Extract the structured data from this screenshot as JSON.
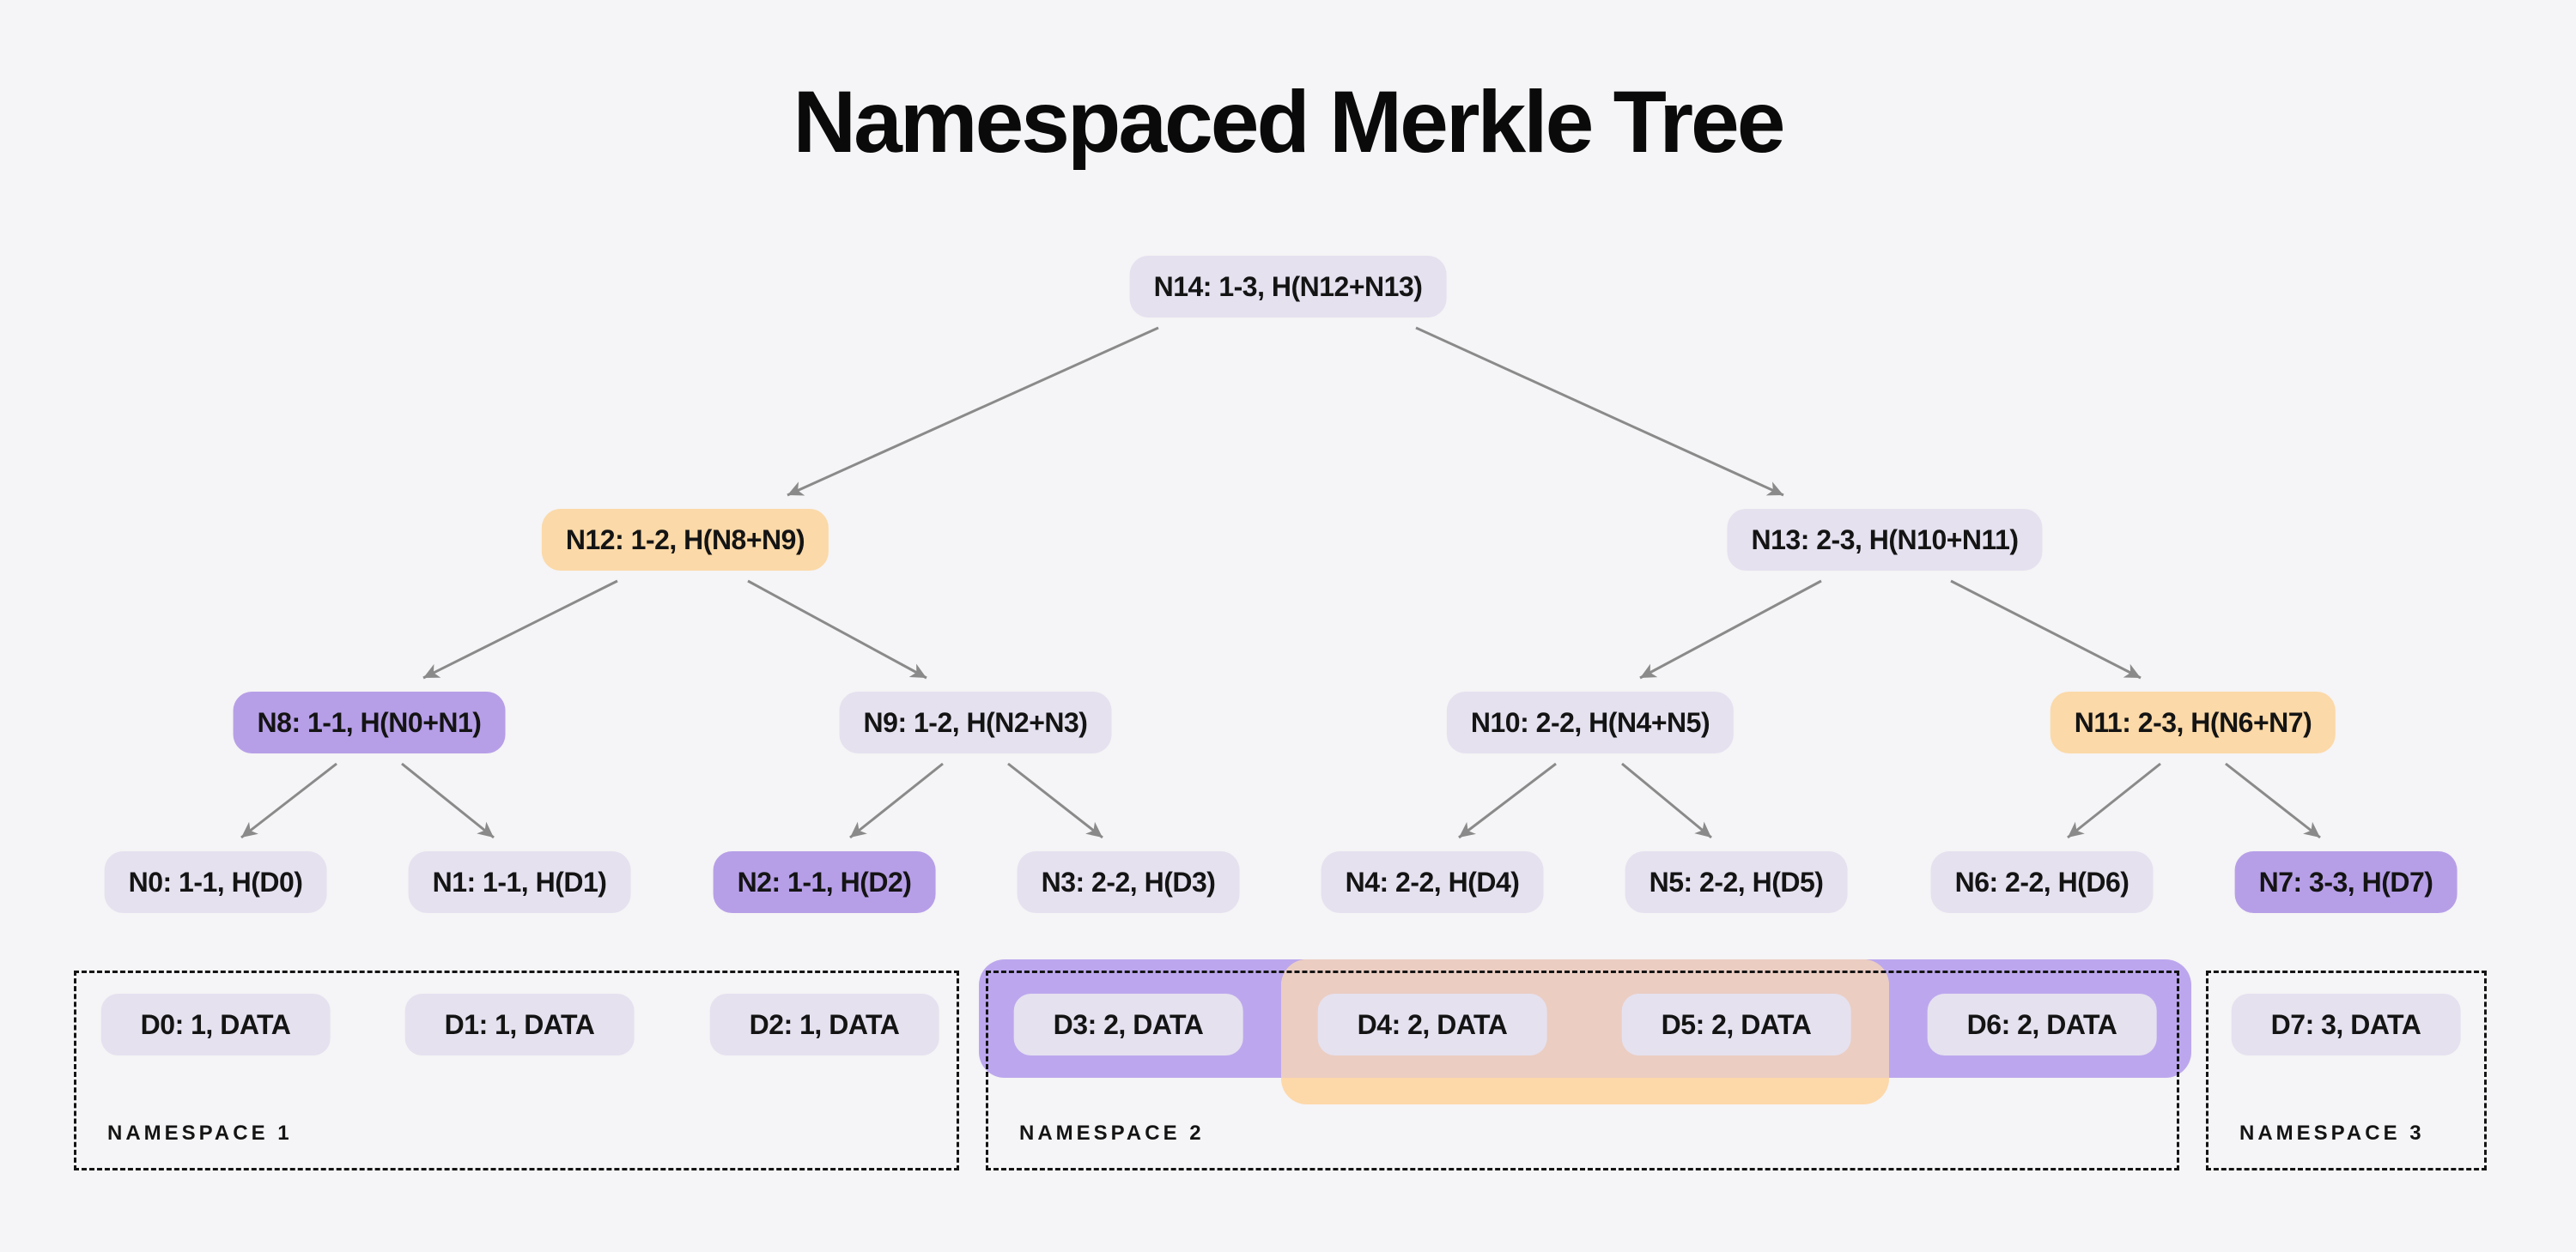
{
  "title": "Namespaced Merkle Tree",
  "colors": {
    "background": "#F5F4F6",
    "node_lavender": "#E5E1EF",
    "node_purple": "#B79FE8",
    "node_orange": "#FBD9A8",
    "purple_highlight_band": "#BCA7EE",
    "orange_highlight_band": "#FDD8A9",
    "band_overlap": "#EBCDC2",
    "arrow": "#8A8A8A",
    "text": "#141414"
  },
  "tree": {
    "nodes": [
      {
        "id": "N14",
        "label": "N14: 1-3, H(N12+N13)",
        "highlight": "lavender"
      },
      {
        "id": "N12",
        "label": "N12: 1-2, H(N8+N9)",
        "highlight": "orange"
      },
      {
        "id": "N13",
        "label": "N13: 2-3, H(N10+N11)",
        "highlight": "lavender"
      },
      {
        "id": "N8",
        "label": "N8: 1-1, H(N0+N1)",
        "highlight": "purple"
      },
      {
        "id": "N9",
        "label": "N9: 1-2, H(N2+N3)",
        "highlight": "lavender"
      },
      {
        "id": "N10",
        "label": "N10: 2-2, H(N4+N5)",
        "highlight": "lavender"
      },
      {
        "id": "N11",
        "label": "N11: 2-3, H(N6+N7)",
        "highlight": "orange"
      },
      {
        "id": "N0",
        "label": "N0: 1-1, H(D0)",
        "highlight": "lavender"
      },
      {
        "id": "N1",
        "label": "N1: 1-1, H(D1)",
        "highlight": "lavender"
      },
      {
        "id": "N2",
        "label": "N2: 1-1, H(D2)",
        "highlight": "purple"
      },
      {
        "id": "N3",
        "label": "N3: 2-2, H(D3)",
        "highlight": "lavender"
      },
      {
        "id": "N4",
        "label": "N4: 2-2, H(D4)",
        "highlight": "lavender"
      },
      {
        "id": "N5",
        "label": "N5: 2-2, H(D5)",
        "highlight": "lavender"
      },
      {
        "id": "N6",
        "label": "N6: 2-2, H(D6)",
        "highlight": "lavender"
      },
      {
        "id": "N7",
        "label": "N7: 3-3, H(D7)",
        "highlight": "purple"
      }
    ],
    "edges": [
      [
        "N14",
        "N12"
      ],
      [
        "N14",
        "N13"
      ],
      [
        "N12",
        "N8"
      ],
      [
        "N12",
        "N9"
      ],
      [
        "N13",
        "N10"
      ],
      [
        "N13",
        "N11"
      ],
      [
        "N8",
        "N0"
      ],
      [
        "N8",
        "N1"
      ],
      [
        "N9",
        "N2"
      ],
      [
        "N9",
        "N3"
      ],
      [
        "N10",
        "N4"
      ],
      [
        "N10",
        "N5"
      ],
      [
        "N11",
        "N6"
      ],
      [
        "N11",
        "N7"
      ]
    ]
  },
  "data_shares": [
    {
      "id": "D0",
      "label": "D0: 1, DATA"
    },
    {
      "id": "D1",
      "label": "D1: 1, DATA"
    },
    {
      "id": "D2",
      "label": "D2: 1, DATA"
    },
    {
      "id": "D3",
      "label": "D3: 2, DATA"
    },
    {
      "id": "D4",
      "label": "D4: 2, DATA"
    },
    {
      "id": "D5",
      "label": "D5: 2, DATA"
    },
    {
      "id": "D6",
      "label": "D6: 2, DATA"
    },
    {
      "id": "D7",
      "label": "D7: 3, DATA"
    }
  ],
  "namespaces": [
    {
      "label": "NAMESPACE 1"
    },
    {
      "label": "NAMESPACE 2"
    },
    {
      "label": "NAMESPACE 3"
    }
  ]
}
